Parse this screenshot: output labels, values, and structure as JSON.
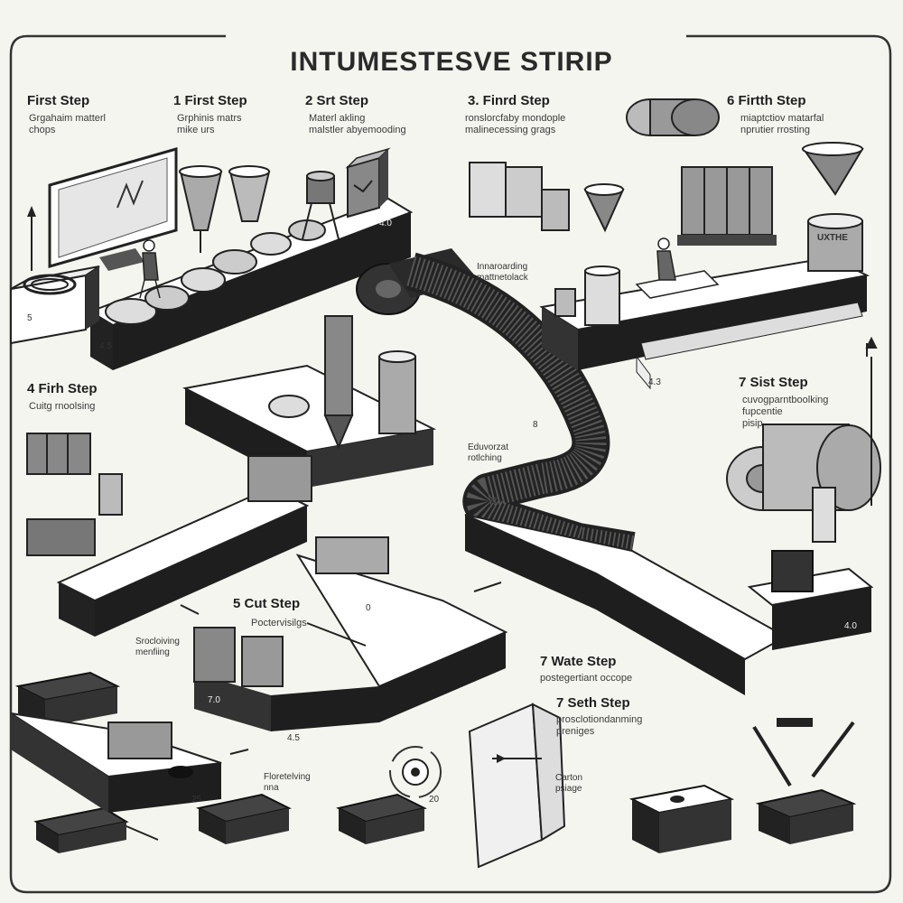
{
  "title": "INTUMESTESVE STIRIP",
  "steps": [
    {
      "heading": "First Step",
      "desc": "Grgahaim matterl\nchops"
    },
    {
      "heading": "1 First Step",
      "desc": "Grphinis matrs\nmike urs"
    },
    {
      "heading": "2 Srt Step",
      "desc": "Materl akling\nmalstler abyemooding"
    },
    {
      "heading": "3. Finrd Step",
      "desc": "ronslorcfaby mondople\nmalinecessing grags"
    },
    {
      "heading": "6 Firtth Step",
      "desc": "miaptctiov matarfal\nnprutier rrosting"
    },
    {
      "heading": "4 Firh Step",
      "desc": "Cuitg rnoolsing"
    },
    {
      "heading": "7 Sist Step",
      "desc": "cuvogparntboolking\nfupcentie\npisip"
    },
    {
      "heading": "5 Cut Step",
      "desc": "Poctervisilgs"
    },
    {
      "heading": "7 Wate Step",
      "desc": "postegertiant occope"
    },
    {
      "heading": "7 Seth Step",
      "desc": "prosclotiondanming\npreniges"
    }
  ],
  "labels": {
    "innarording": "Innaroarding\nmattnetolack",
    "eduvorzat": "Eduvorzat\nrotlching",
    "srociving": "Srocloiving\nmenfiing",
    "floretelving": "Floretelving\nnna",
    "carton": "Carton\npsiage",
    "drum": "UXTHE"
  },
  "station_numbers": [
    "5",
    "4.5",
    "4.0",
    "8",
    "4.3",
    "4.5",
    "4.0",
    "25",
    "20",
    "0",
    "7.0"
  ]
}
